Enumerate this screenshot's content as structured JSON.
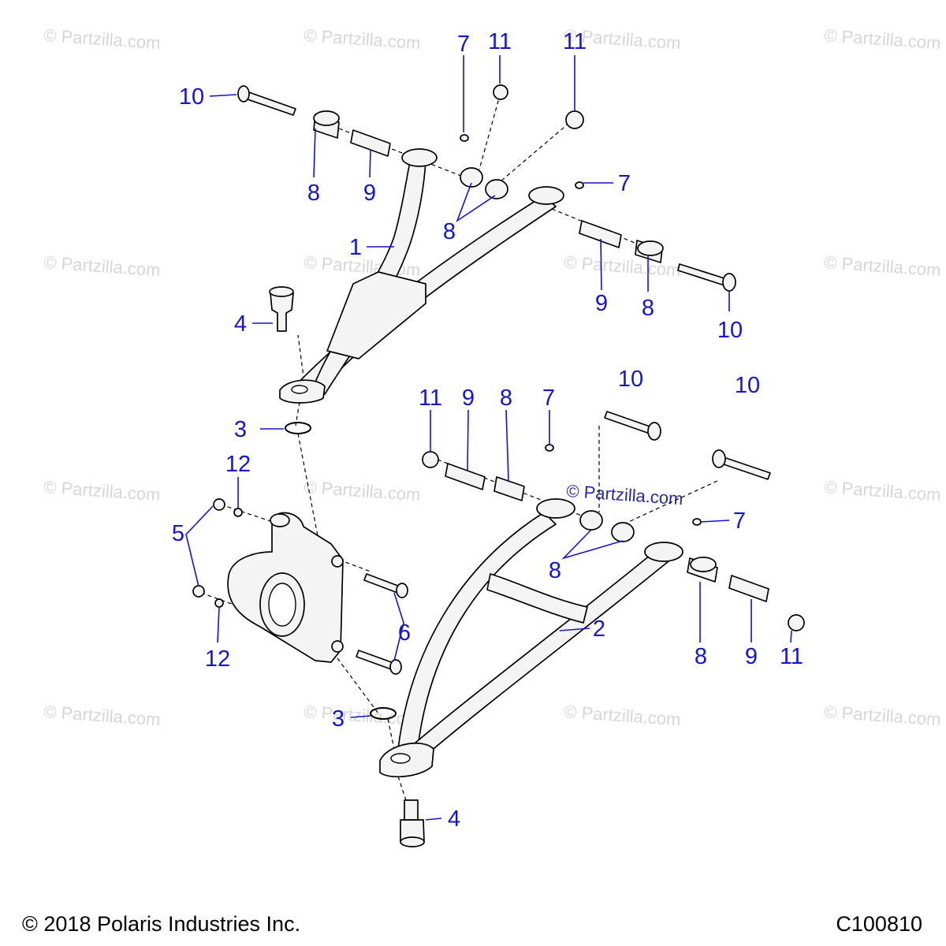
{
  "diagram": {
    "colors": {
      "callout": "#1414d2",
      "line": "#000000",
      "watermark": "#d6d6d6",
      "part_fill": "#f4f4f4"
    },
    "watermark_text": "© Partzilla.com",
    "callouts": [
      {
        "id": "c7a",
        "label": "7"
      },
      {
        "id": "c11a",
        "label": "11"
      },
      {
        "id": "c11b",
        "label": "11"
      },
      {
        "id": "c10a",
        "label": "10"
      },
      {
        "id": "c8a",
        "label": "8"
      },
      {
        "id": "c9a",
        "label": "9"
      },
      {
        "id": "c8b",
        "label": "8"
      },
      {
        "id": "c7b",
        "label": "7"
      },
      {
        "id": "c1",
        "label": "1"
      },
      {
        "id": "c9b",
        "label": "9"
      },
      {
        "id": "c8c",
        "label": "8"
      },
      {
        "id": "c10b",
        "label": "10"
      },
      {
        "id": "c4a",
        "label": "4"
      },
      {
        "id": "c11c",
        "label": "11"
      },
      {
        "id": "c9c",
        "label": "9"
      },
      {
        "id": "c8d",
        "label": "8"
      },
      {
        "id": "c7c",
        "label": "7"
      },
      {
        "id": "c10c",
        "label": "10"
      },
      {
        "id": "c10d",
        "label": "10"
      },
      {
        "id": "c3a",
        "label": "3"
      },
      {
        "id": "c12a",
        "label": "12"
      },
      {
        "id": "c5",
        "label": "5"
      },
      {
        "id": "c7d",
        "label": "7"
      },
      {
        "id": "c8e",
        "label": "8"
      },
      {
        "id": "c2",
        "label": "2"
      },
      {
        "id": "c6",
        "label": "6"
      },
      {
        "id": "c12b",
        "label": "12"
      },
      {
        "id": "c8f",
        "label": "8"
      },
      {
        "id": "c9d",
        "label": "9"
      },
      {
        "id": "c11d",
        "label": "11"
      },
      {
        "id": "c3b",
        "label": "3"
      },
      {
        "id": "c4b",
        "label": "4"
      }
    ]
  },
  "footer": {
    "copyright": "© 2018 Polaris Industries Inc.",
    "figure_code": "C100810"
  }
}
